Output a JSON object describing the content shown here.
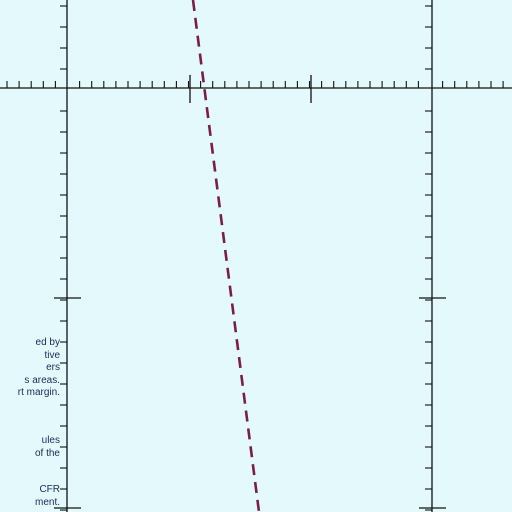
{
  "map": {
    "background_color": "#e4f9fb",
    "grid_color": "#111111",
    "boundary_line": {
      "color": "#7a1e46",
      "style": "dashed"
    }
  },
  "margin_notes": {
    "note_1": "ed by\ntive\ners\ns areas.\nrt margin.",
    "note_2": "ules\nof the",
    "note_3": "CFR\nment."
  }
}
